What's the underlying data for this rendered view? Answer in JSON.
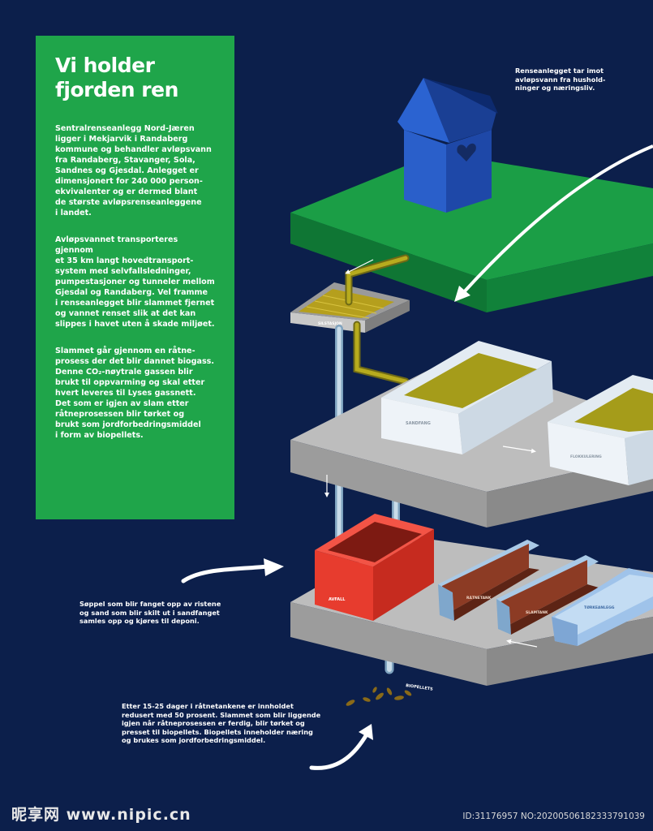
{
  "panel": {
    "title": "Vi holder\nfjorden ren",
    "paragraphs": [
      "Sentralrenseanlegg Nord-Jæren\nligger i Mekjarvik i Randaberg\nkommune og behandler avløpsvann\nfra Randaberg, Stavanger, Sola,\nSandnes og Gjesdal. Anlegget er\ndimensjonert for 240 000 person-\nekvivalenter og er dermed blant\nde største avløpsrenseanleggene\ni landet.",
      "Avløpsvannet transporteres gjennom\net 35 km langt hovedtransport-\nsystem med selvfallsledninger,\npumpestasjoner og tunneler mellom\nGjesdal og Randaberg. Vel framme\ni renseanlegget blir slammet fjernet\nog vannet renset slik at det kan\nslippes i havet uten å skade miljøet.",
      "Slammet går gjennom en råtne-\nprosess der det blir dannet biogass.\nDenne CO₂-nøytrale gassen blir\nbrukt til oppvarming og skal etter\nhvert leveres til Lyses gassnett.\nDet som er igjen av slam etter\nråtneprosessen blir tørket og\nbrukt som jordforbedringsmiddel\ni form av biopellets."
    ]
  },
  "captions": {
    "top_right": "Renseanlegget tar imot\navløpsvann fra hushold-\nninger og næringsliv.",
    "middle_left": "Søppel som blir fanget opp av ristene\nog sand som blir skilt ut i sandfanget\nsamles opp og kjøres til deponi.",
    "bottom": "Etter 15-25 dager i råtnetankene er innholdet\nredusert med 50 prosent. Slammet som blir liggende\nigjen når råtneprosessen er ferdig, blir tørket og\npresset til biopellets. Biopellets inneholder næring\nog brukes som jordforbedringsmiddel."
  },
  "labels": {
    "screen": "SILSTASJON",
    "sand_trap": "SANDFANG",
    "settling": "FLOKKULERING",
    "waste": "AVFALL",
    "digester1": "RÅTNETANK",
    "digester2": "SLAMTANK",
    "dryer": "TØRKEANLEGG",
    "biopellets": "BIOPELLETS"
  },
  "colors": {
    "background": "#0c1f4b",
    "panel": "#1fa54a",
    "deck_green": "#1a9a45",
    "deck_grey": "#bdbdbd",
    "house": "#2259c7",
    "sludge": "#a69b1a",
    "waste_box": "#e43a2c",
    "digester": "#8c3b24"
  },
  "footer": {
    "logo": "昵享网 www.nipic.cn",
    "id": "ID:31176957 NO:20200506182333791039"
  }
}
